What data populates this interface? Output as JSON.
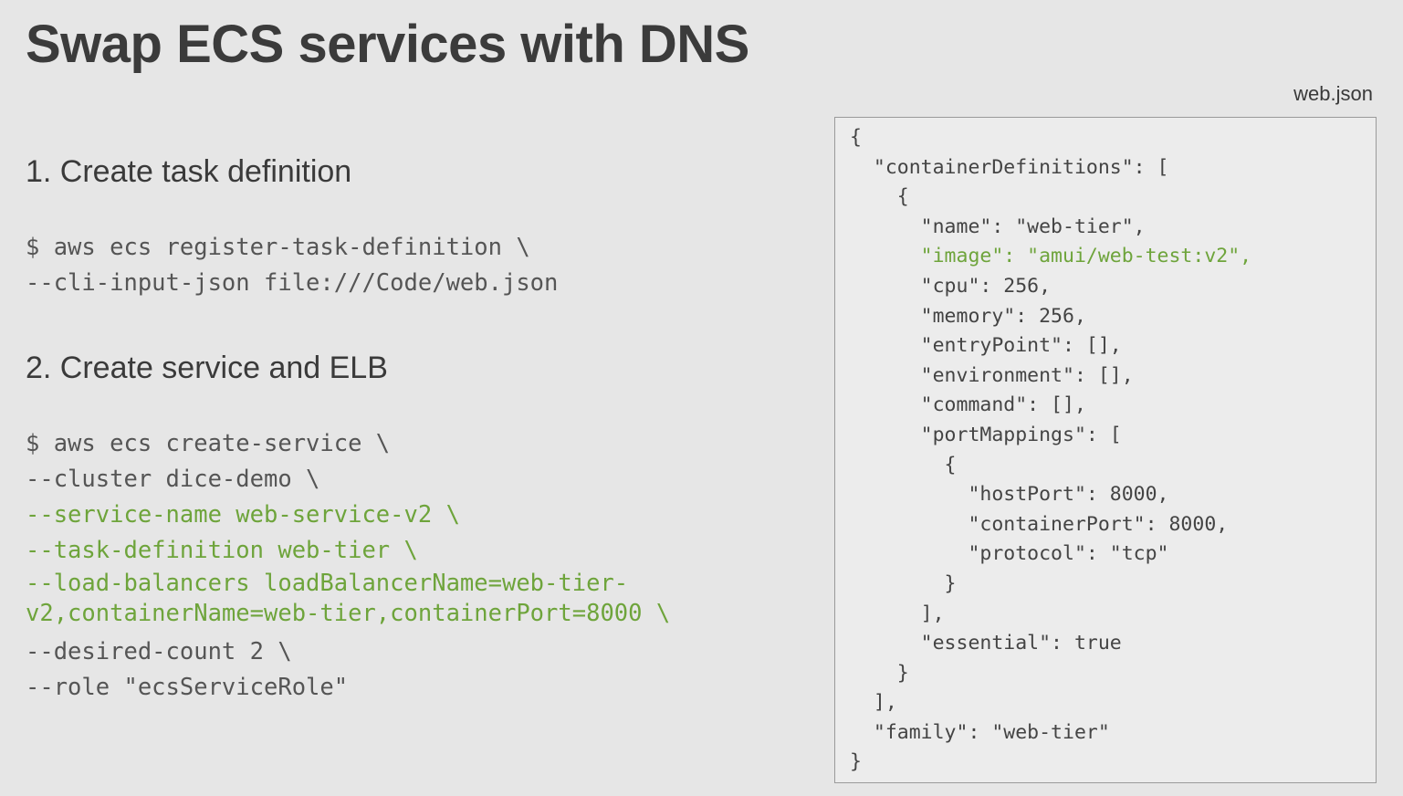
{
  "slide": {
    "title": "Swap ECS services with DNS"
  },
  "steps": [
    {
      "heading": "1. Create task definition",
      "command_lines": [
        {
          "text": "$ aws ecs register-task-definition \\",
          "highlight": false
        },
        {
          "text": "--cli-input-json file:///Code/web.json",
          "highlight": false
        }
      ]
    },
    {
      "heading": "2. Create service and ELB",
      "command_lines": [
        {
          "text": "$ aws ecs create-service \\",
          "highlight": false
        },
        {
          "text": "--cluster dice-demo \\",
          "highlight": false
        },
        {
          "text": "--service-name web-service-v2 \\",
          "highlight": true
        },
        {
          "text": "--task-definition web-tier \\",
          "highlight": true
        },
        {
          "text": "--load-balancers loadBalancerName=web-tier-v2,containerName=web-tier,containerPort=8000 \\",
          "highlight": true
        },
        {
          "text": "--desired-count 2 \\",
          "highlight": false
        },
        {
          "text": "--role \"ecsServiceRole\"",
          "highlight": false
        }
      ]
    }
  ],
  "json_panel": {
    "filename": "web.json",
    "lines": [
      {
        "text": "{",
        "highlight": false
      },
      {
        "text": "  \"containerDefinitions\": [",
        "highlight": false
      },
      {
        "text": "    {",
        "highlight": false
      },
      {
        "text": "      \"name\": \"web-tier\",",
        "highlight": false
      },
      {
        "text": "      \"image\": \"amui/web-test:v2\",",
        "highlight": true
      },
      {
        "text": "      \"cpu\": 256,",
        "highlight": false
      },
      {
        "text": "      \"memory\": 256,",
        "highlight": false
      },
      {
        "text": "      \"entryPoint\": [],",
        "highlight": false
      },
      {
        "text": "      \"environment\": [],",
        "highlight": false
      },
      {
        "text": "      \"command\": [],",
        "highlight": false
      },
      {
        "text": "      \"portMappings\": [",
        "highlight": false
      },
      {
        "text": "        {",
        "highlight": false
      },
      {
        "text": "          \"hostPort\": 8000,",
        "highlight": false
      },
      {
        "text": "          \"containerPort\": 8000,",
        "highlight": false
      },
      {
        "text": "          \"protocol\": \"tcp\"",
        "highlight": false
      },
      {
        "text": "        }",
        "highlight": false
      },
      {
        "text": "      ],",
        "highlight": false
      },
      {
        "text": "      \"essential\": true",
        "highlight": false
      },
      {
        "text": "    }",
        "highlight": false
      },
      {
        "text": "  ],",
        "highlight": false
      },
      {
        "text": "  \"family\": \"web-tier\"",
        "highlight": false
      },
      {
        "text": "}",
        "highlight": false
      }
    ]
  },
  "colors": {
    "background": "#e6e6e6",
    "text": "#3a3a3a",
    "highlight": "#6ea43b",
    "panel_border": "#9a9a9a"
  }
}
